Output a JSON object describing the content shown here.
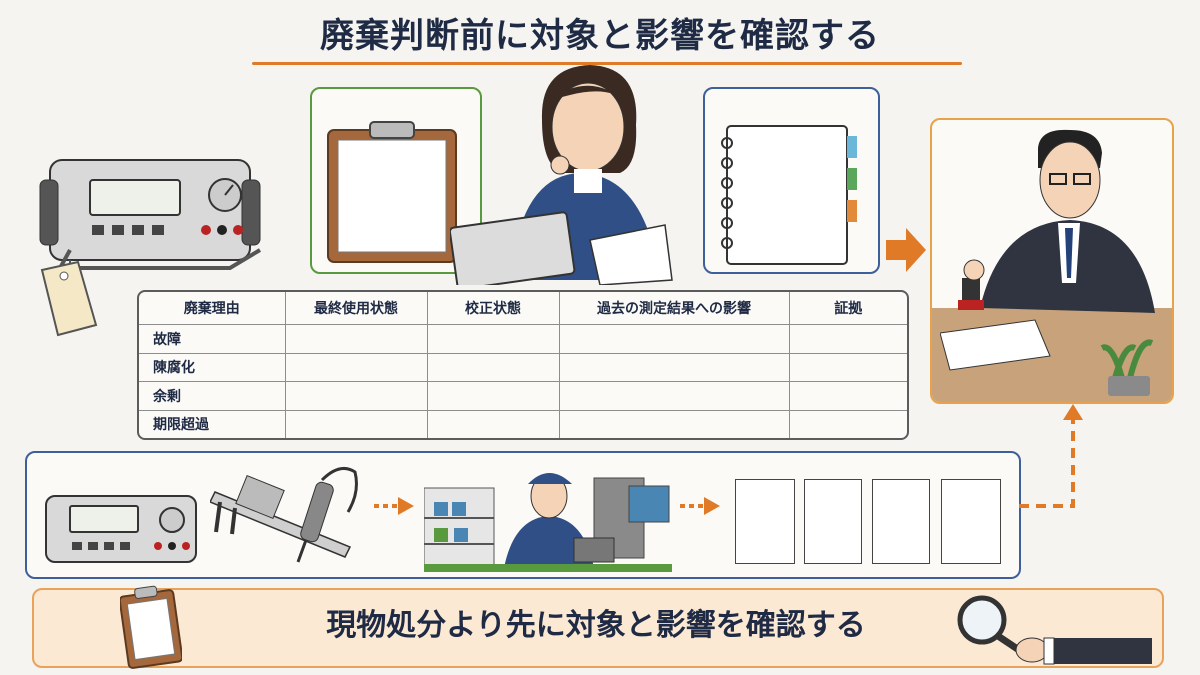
{
  "title": "廃棄判断前に対象と影響を確認する",
  "table": {
    "headers": [
      "廃棄理由",
      "最終使用状態",
      "校正状態",
      "過去の測定結果への影響",
      "証拠"
    ],
    "rows": [
      "故障",
      "陳腐化",
      "余剰",
      "期限超過"
    ]
  },
  "banner": "現物処分より先に対象と影響を確認する",
  "colors": {
    "accent_orange": "#e07a26",
    "green_frame": "#5a9a3e",
    "blue_frame": "#3d5f9a",
    "orange_frame": "#e8a34a",
    "navy_text": "#1f2a44"
  }
}
